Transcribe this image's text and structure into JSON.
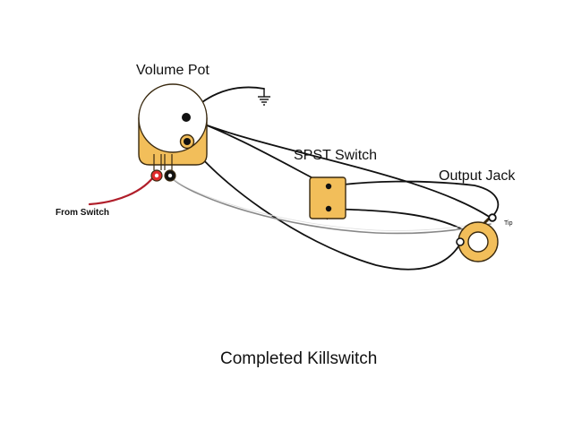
{
  "labels": {
    "volume_pot": "Volume Pot",
    "spst_switch": "SPST Switch",
    "output_jack": "Output Jack",
    "from_switch": "From Switch",
    "tip": "Tip",
    "caption": "Completed Killswitch"
  },
  "colors": {
    "component_gold": "#F2BE5A",
    "component_outline": "#3A2A10",
    "wire_black": "#111111",
    "wire_gray": "#888888",
    "wire_red": "#B01E2A",
    "lug_red": "#E02A2A",
    "background": "#FFFFFF"
  },
  "icons": {
    "ground": "ground-symbol-icon"
  }
}
